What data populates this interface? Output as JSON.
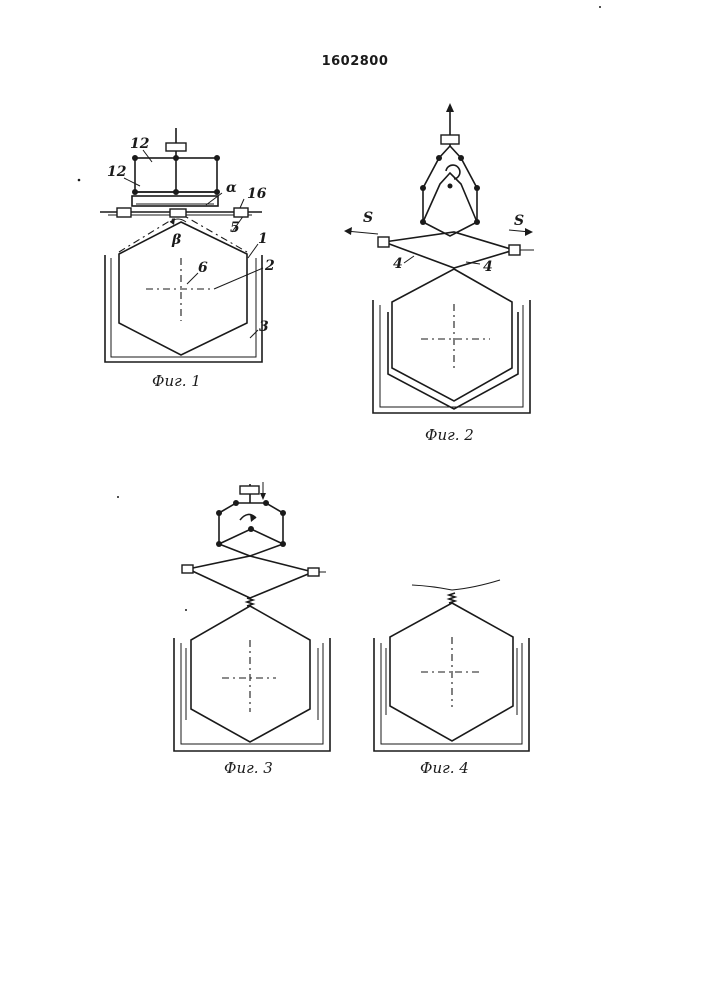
{
  "document": {
    "number": "1602800"
  },
  "fig1": {
    "caption": "Фиг. 1",
    "labels": {
      "l12a": "12",
      "l12b": "12",
      "alpha": "α",
      "l16": "16",
      "l5": "5",
      "l1": "1",
      "beta": "β",
      "l6": "6",
      "l2": "2",
      "l3": "3"
    }
  },
  "fig2": {
    "caption": "Фиг. 2",
    "labels": {
      "s_left": "S",
      "s_right": "S",
      "l4a": "4",
      "l4b": "4"
    }
  },
  "fig3": {
    "caption": "Фиг. 3"
  },
  "fig4": {
    "caption": "Фиг. 4"
  },
  "colors": {
    "ink": "#1a1a1a",
    "paper": "#ffffff"
  }
}
